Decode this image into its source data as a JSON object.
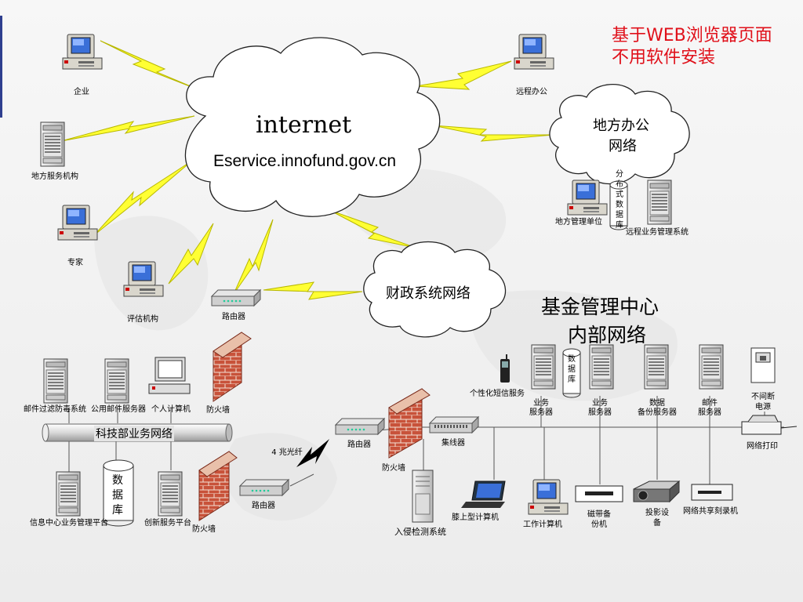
{
  "banner": {
    "line1": "基于WEB浏览器页面",
    "line2": "不用软件安装"
  },
  "internet": {
    "title": "internet",
    "url": "Eservice.innofund.gov.cn"
  },
  "clouds": {
    "local_office": {
      "line1": "地方办公",
      "line2": "网络"
    },
    "finance": "财政系统网络"
  },
  "center_title": {
    "line1": "基金管理中心",
    "line2": "内部网络"
  },
  "labels": {
    "enterprise": "企业",
    "remote_office": "远程办公",
    "local_service": "地方服务机构",
    "expert": "专家",
    "evaluation": "评估机构",
    "router_top": "路由器",
    "firewall_top": "防火墙",
    "local_unit": "地方管理单位",
    "distributed_db": [
      "分",
      "布",
      "式",
      "数",
      "据",
      "库"
    ],
    "remote_biz_system": "远程业务管理系统",
    "mail_filter": "邮件过滤防毒系统",
    "public_mail": "公用邮件服务器",
    "personal_pc": "个人计算机",
    "backbone": "科技部业务网络",
    "fiber": "4 兆光纤",
    "router_mid": "路由器",
    "router_low": "路由器",
    "firewall_mid": "防火墙",
    "firewall_low": "防火墙",
    "hub": "集线器",
    "info_center": "信息中心业务管理平台",
    "db_left": [
      "数",
      "据",
      "库"
    ],
    "innovation": "创新服务平台",
    "ids": "入侵检测系统",
    "laptop": "膝上型计算机",
    "workstation": "工作计算机",
    "tape": [
      "磁带备",
      "份机"
    ],
    "projector": [
      "投影设",
      "备"
    ],
    "cd_burner": "网络共享刻录机",
    "sms": "个性化短信服务",
    "biz_server1": [
      "业务",
      "服务器"
    ],
    "db_right": [
      "数",
      "据",
      "库"
    ],
    "biz_server2": [
      "业务",
      "服务器"
    ],
    "backup_server": [
      "数据",
      "备份服务器"
    ],
    "mail_server": [
      "邮件",
      "服务器"
    ],
    "ups": [
      "不间断",
      "电源"
    ],
    "net_printer": "网络打印"
  }
}
